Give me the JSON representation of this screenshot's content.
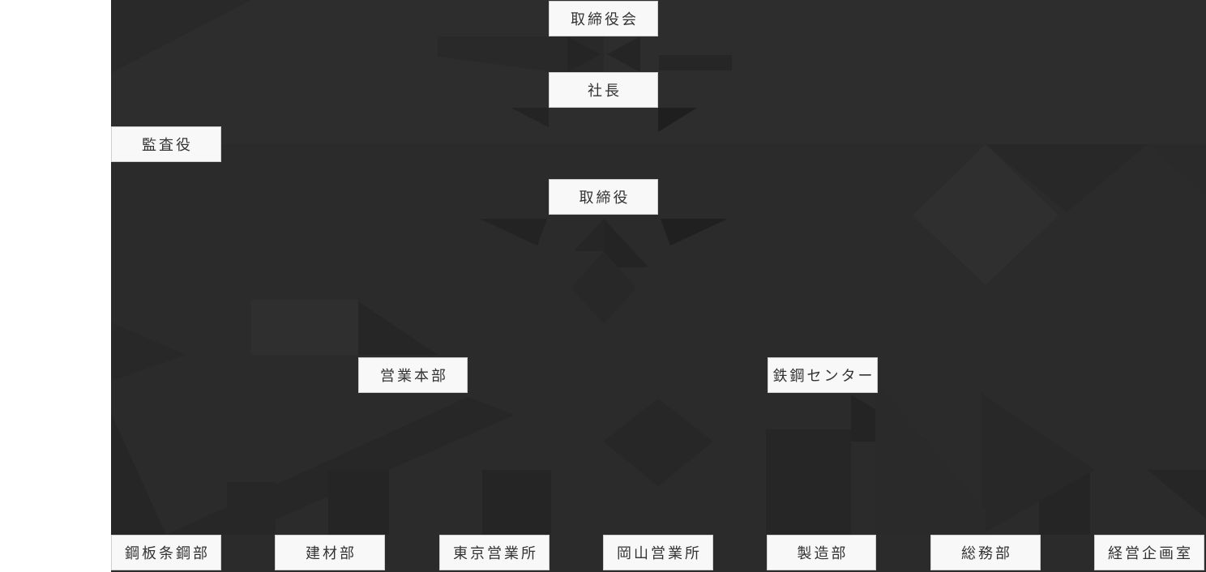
{
  "page": {
    "background_color": "#ffffff",
    "panel_color": "#2b2b2b",
    "node_background_color": "#f8f8f8",
    "node_border_color": "#cfcfcf",
    "node_text_color": "#333333"
  },
  "org_chart": {
    "nodes": [
      {
        "label": "取締役会"
      },
      {
        "label": "社長"
      },
      {
        "label": "監査役"
      },
      {
        "label": "取締役"
      },
      {
        "label": "営業本部"
      },
      {
        "label": "鉄鋼センター"
      },
      {
        "label": "鋼板条鋼部"
      },
      {
        "label": "建材部"
      },
      {
        "label": "東京営業所"
      },
      {
        "label": "岡山営業所"
      },
      {
        "label": "製造部"
      },
      {
        "label": "総務部"
      },
      {
        "label": "経営企画室"
      }
    ],
    "levels": {
      "level1": [
        "取締役会"
      ],
      "level2": [
        "社長"
      ],
      "level2_side": [
        "監査役"
      ],
      "level3": [
        "取締役"
      ],
      "level4": [
        "営業本部",
        "鉄鋼センター"
      ],
      "level5": [
        "鋼板条鋼部",
        "建材部",
        "東京営業所",
        "岡山営業所",
        "製造部",
        "総務部",
        "経営企画室"
      ]
    }
  }
}
